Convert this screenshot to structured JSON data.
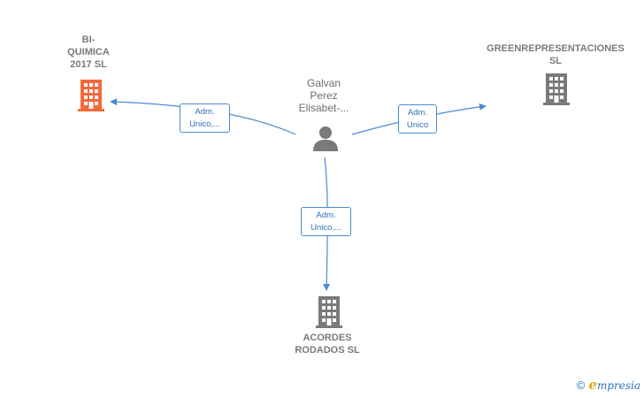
{
  "nodes": {
    "bi_quimica": {
      "label": "BI-\nQUIMICA\n2017  SL",
      "color": "#f26a3a"
    },
    "greenrep": {
      "label": "GREENREPRESENTACIONES\nSL",
      "color": "#7a7a7a"
    },
    "acordes": {
      "label": "ACORDES\nRODADOS  SL",
      "color": "#7a7a7a"
    },
    "person": {
      "label": "Galvan\nPerez\nElisabet-...",
      "color": "#7a7a7a"
    }
  },
  "edges": {
    "to_bi_quimica": "Adm.\nUnico,...",
    "to_greenrep": "Adm.\nUnico",
    "to_acordes": "Adm.\nUnico,..."
  },
  "colors": {
    "edge": "#4a8bd6",
    "highlight": "#f26a3a",
    "building": "#7a7a7a"
  },
  "footer": {
    "copyright": "©",
    "brand_e": "e",
    "brand_rest": "mpresia"
  }
}
